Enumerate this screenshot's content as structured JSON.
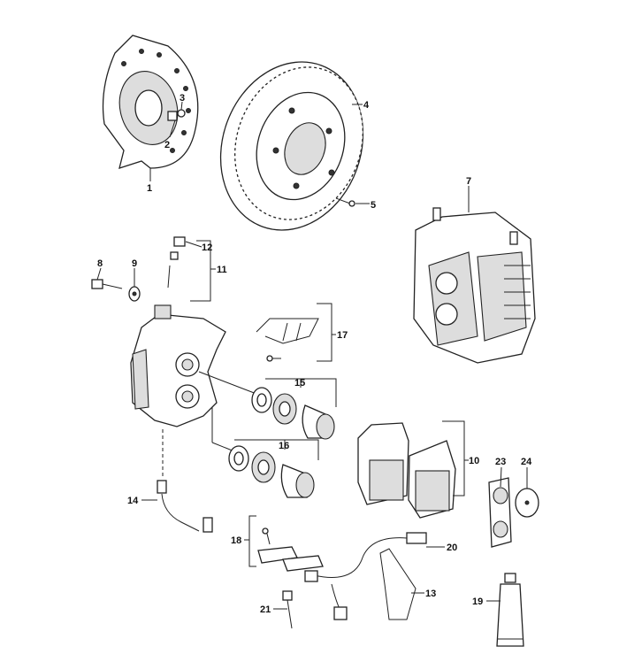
{
  "diagram": {
    "title": "Front brake parts diagram",
    "callouts": {
      "c1": "1",
      "c2": "2",
      "c3": "3",
      "c4": "4",
      "c5": "5",
      "c7": "7",
      "c8": "8",
      "c9": "9",
      "c10": "10",
      "c11": "11",
      "c12": "12",
      "c13": "13",
      "c14": "14",
      "c15": "15",
      "c16": "16",
      "c17": "17",
      "c18": "18",
      "c19": "19",
      "c20": "20",
      "c21": "21",
      "c23": "23",
      "c24": "24"
    }
  }
}
